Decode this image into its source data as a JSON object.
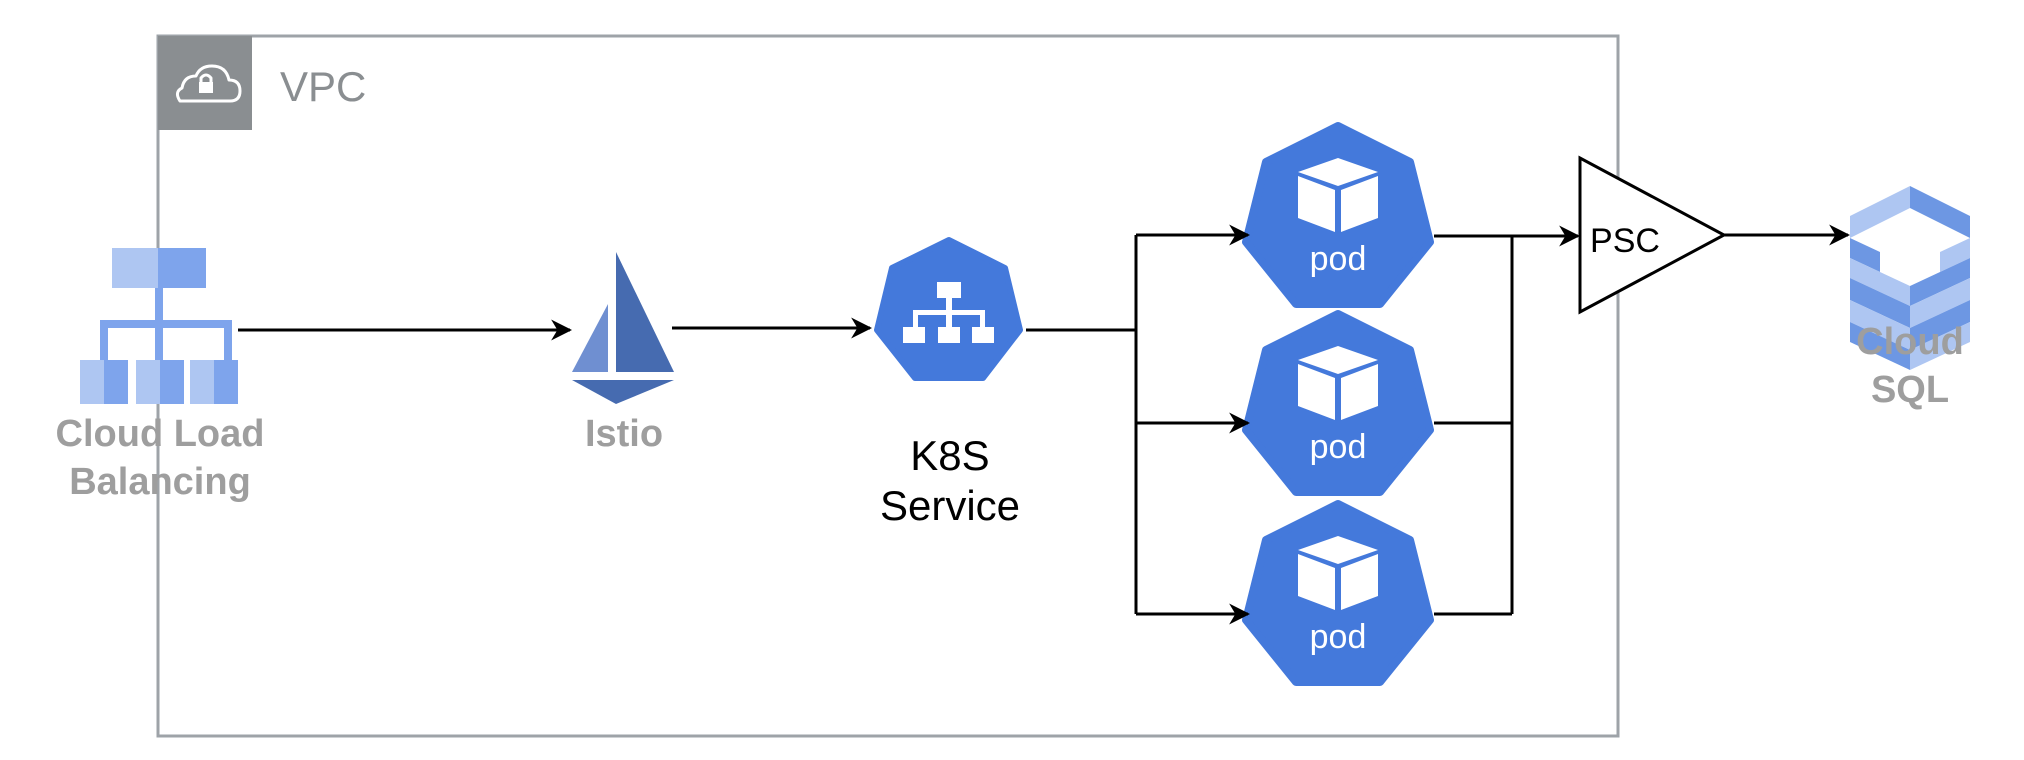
{
  "vpc": {
    "label": "VPC",
    "icon": "cloud-lock-icon"
  },
  "nodes": {
    "load_balancer": {
      "label_line1": "Cloud Load",
      "label_line2": "Balancing",
      "icon": "load-balancing-icon"
    },
    "istio": {
      "label": "Istio",
      "icon": "istio-sail-icon"
    },
    "k8s_service": {
      "label_line1": "K8S",
      "label_line2": "Service",
      "icon": "k8s-service-icon"
    },
    "pods": [
      {
        "label": "pod",
        "icon": "k8s-pod-icon"
      },
      {
        "label": "pod",
        "icon": "k8s-pod-icon"
      },
      {
        "label": "pod",
        "icon": "k8s-pod-icon"
      }
    ],
    "psc": {
      "label": "PSC",
      "icon": "triangle-gateway-icon"
    },
    "cloud_sql": {
      "label_line1": "Cloud",
      "label_line2": "SQL",
      "icon": "cloud-sql-icon"
    }
  },
  "colors": {
    "k8s_blue": "#4479db",
    "vpc_border": "#9ea3a8",
    "vpc_header": "#8a8e91",
    "lb_light": "#aec6f2",
    "lb_mid": "#7ea4ec",
    "istio_dark": "#466bb0",
    "istio_light": "#6f8fd1",
    "sql_light": "#aec6f2",
    "sql_mid": "#6d97e3",
    "label_gray": "#9e9e9e"
  }
}
